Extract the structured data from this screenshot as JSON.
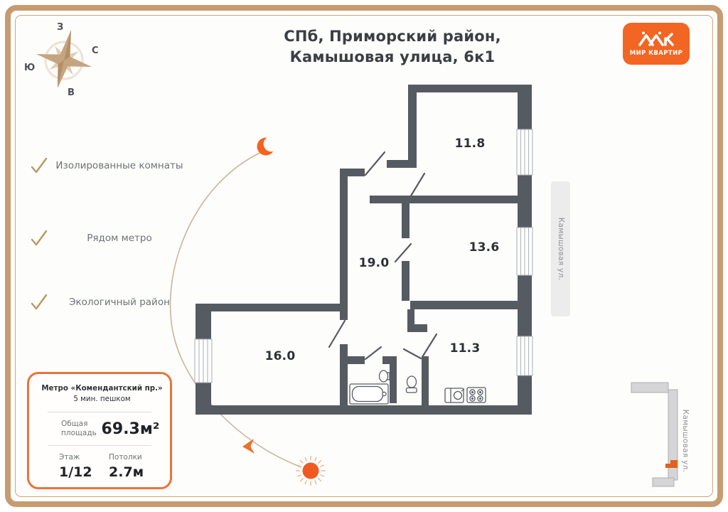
{
  "title": {
    "line1": "СПб, Приморский район,",
    "line2": "Камышовая улица, 6к1"
  },
  "logo": {
    "label": "МИР КВАРТИР",
    "color": "#f26522"
  },
  "compass": {
    "top": "З",
    "right": "С",
    "left": "Ю",
    "bottom": "В"
  },
  "features": {
    "item1": "Изолированные комнаты",
    "item2": "Рядом метро",
    "item3": "Экологичный район"
  },
  "card": {
    "metro_title": "Метро «Комендантский пр.»",
    "metro_walk": "5 мин. пешком",
    "area_label": "Общая площадь",
    "area_value": "69.3м²",
    "floor_label": "Этаж",
    "floor_value": "1/12",
    "ceiling_label": "Потолки",
    "ceiling_value": "2.7м"
  },
  "plan": {
    "rooms": {
      "room_top": "11.8",
      "room_mid": "13.6",
      "hall": "19.0",
      "room_left": "16.0",
      "kitchen": "11.3"
    },
    "street": "Камышовая ул.",
    "wall_color": "#565a61",
    "accent_color": "#f26522"
  }
}
